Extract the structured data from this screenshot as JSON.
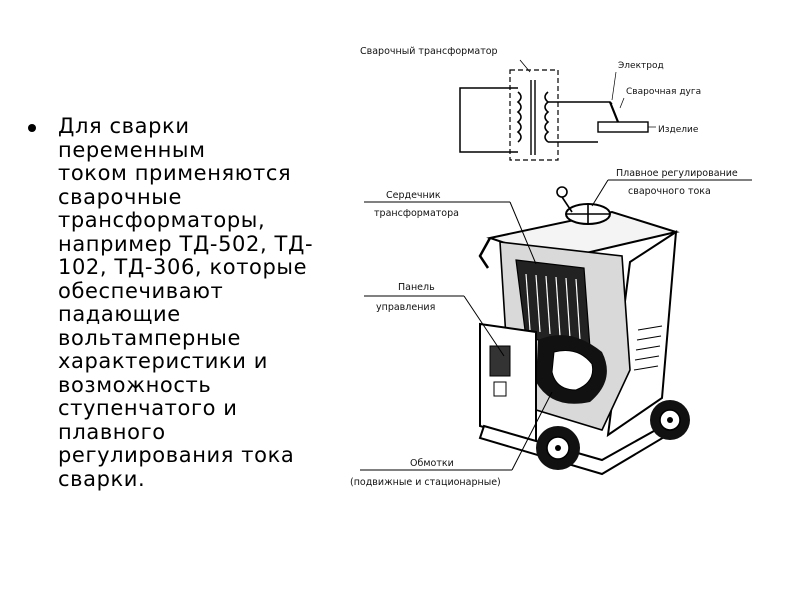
{
  "slide": {
    "bullet_text": "Для сварки\nпеременным\nтоком применяются\nсварочные\nтрансформаторы,\nнапример ТД-502, ТД-\n102, ТД-306, которые\nобеспечивают\nпадающие\nвольтамперные\nхарактеристики и\nвозможность\nступенчатого и\nплавного\nрегулирования тока\nсварки."
  },
  "diagram": {
    "circuit": {
      "title": "Сварочный трансформатор",
      "electrode": "Электрод",
      "arc": "Сварочная дуга",
      "workpiece": "Изделие"
    },
    "machine": {
      "core_line1": "Сердечник",
      "core_line2": "трансформатора",
      "control_line1": "Плавное регулирование",
      "control_line2": "сварочного тока",
      "panel_line1": "Панель",
      "panel_line2": "управления",
      "windings_line1": "Обмотки",
      "windings_line2": "(подвижные и стационарные)"
    }
  }
}
